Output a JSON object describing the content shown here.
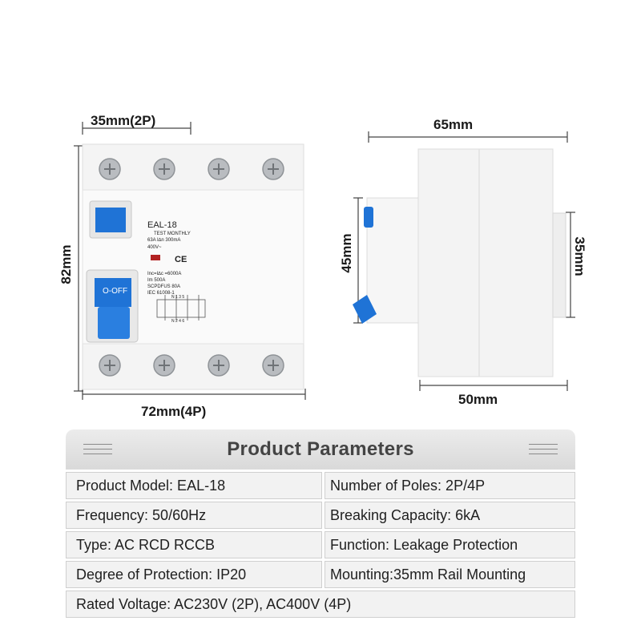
{
  "dimensions": {
    "front_width_2p": "35mm(2P)",
    "front_width_4p": "72mm(4P)",
    "front_height": "82mm",
    "side_depth": "65mm",
    "side_base": "50mm",
    "side_left_height": "45mm",
    "side_right_height": "35mm"
  },
  "device_label": {
    "model": "EAL-18",
    "test_text": "TEST MONTHLY",
    "rating": "63A  I∆n 300mA",
    "voltage": "400V~",
    "ce_mark": "CE",
    "spec_1": "Inc=I∆c =6000A",
    "spec_2": "Im 500A",
    "spec_3": "SCPDFUS 80A",
    "spec_4": "IEC 61008-1",
    "terminals_top": "N 1 3 5",
    "terminals_bottom": "N 2 4 6",
    "switch_text": "O-OFF"
  },
  "parameters": {
    "title": "Product Parameters",
    "rows": [
      {
        "left": "Product Model: EAL-18",
        "right": "Number of Poles: 2P/4P"
      },
      {
        "left": "Frequency: 50/60Hz",
        "right": "Breaking Capacity: 6kA"
      },
      {
        "left": "Type: AC RCD RCCB",
        "right": "Function: Leakage Protection"
      },
      {
        "left": "Degree of Protection: IP20",
        "right": "Mounting:35mm Rail Mounting"
      }
    ],
    "full_row": "Rated Voltage: AC230V (2P), AC400V (4P)"
  },
  "colors": {
    "accent_blue": "#1f73d6",
    "device_body": "#f4f4f4",
    "dimension_line": "#444444"
  }
}
